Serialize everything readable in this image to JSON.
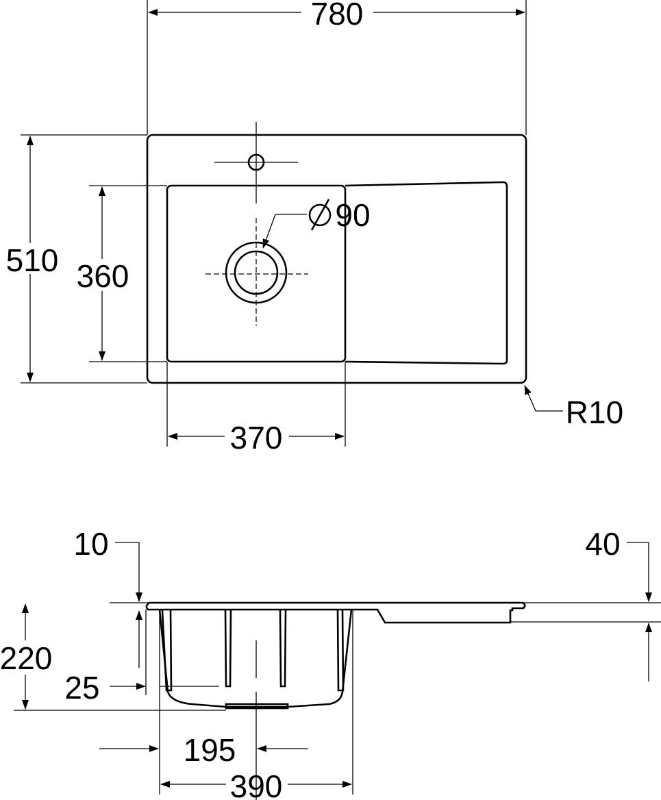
{
  "top_view": {
    "overall_width": "780",
    "overall_depth": "510",
    "bowl_depth": "360",
    "bowl_width": "370",
    "drain_diameter": "90",
    "corner_radius": "R10"
  },
  "side_view": {
    "rim_thickness": "10",
    "drainer_depth": "40",
    "bowl_height": "220",
    "wall_offset": "25",
    "drain_center": "195",
    "bowl_outer_width": "390"
  },
  "colors": {
    "line": "#000000",
    "background": "#ffffff"
  }
}
